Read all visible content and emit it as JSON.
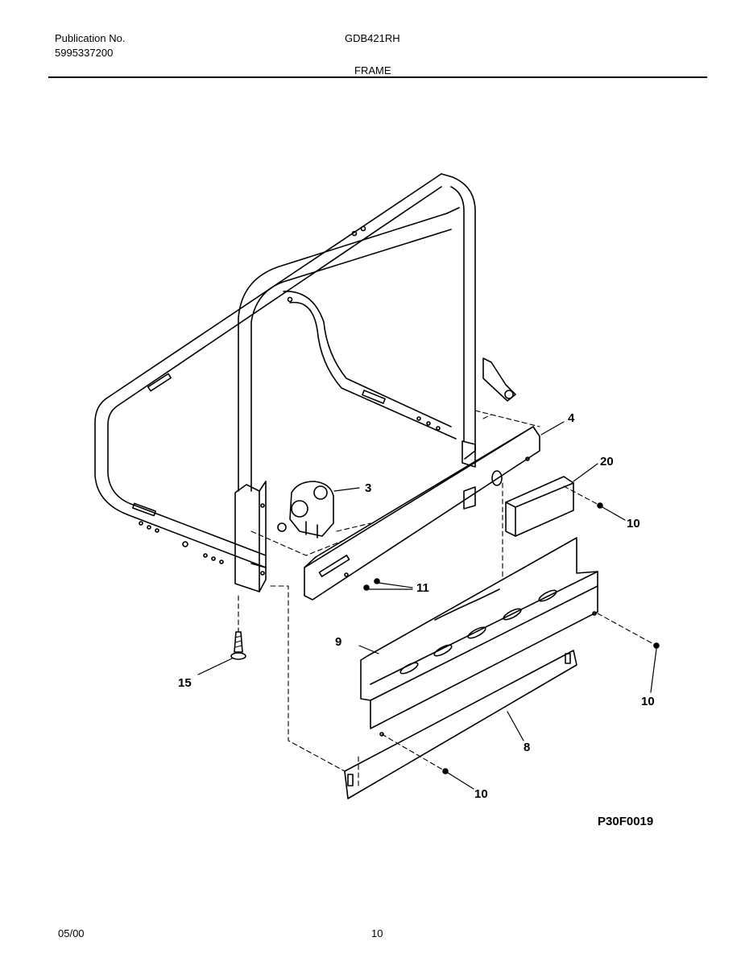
{
  "header": {
    "publication_label": "Publication No.",
    "publication_number": "5995337200",
    "model": "GDB421RH",
    "section": "FRAME"
  },
  "diagram": {
    "callouts": [
      "4",
      "20",
      "3",
      "10",
      "11",
      "9",
      "15",
      "10",
      "8",
      "10"
    ],
    "figure_id": "P30F0019"
  },
  "footer": {
    "date": "05/00",
    "page": "10"
  }
}
